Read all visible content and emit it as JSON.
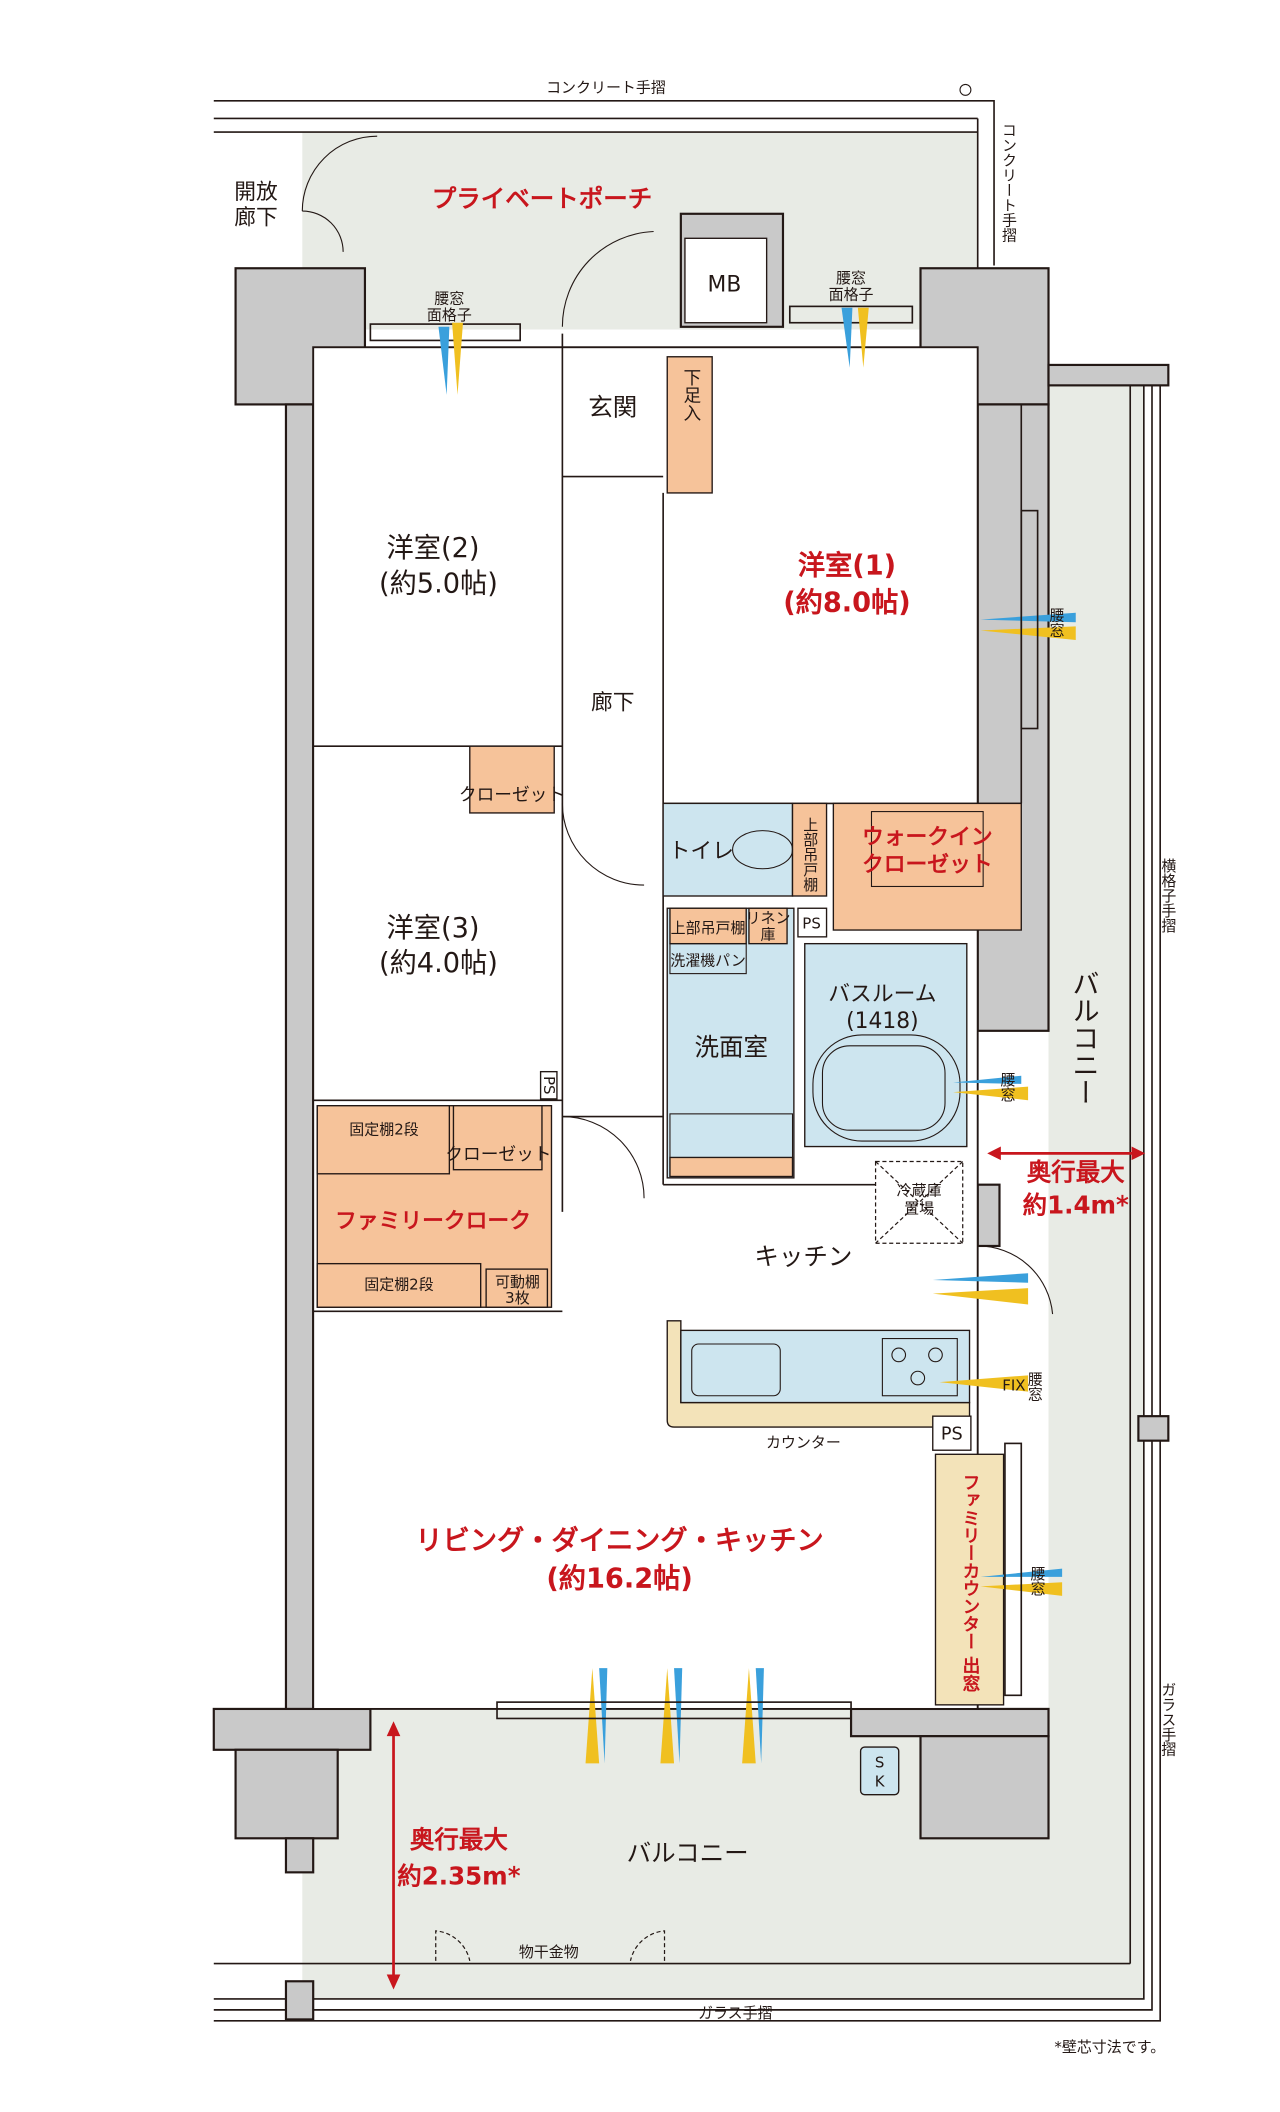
{
  "labels": {
    "concrete_rail_top": "コンクリート手摺",
    "concrete_rail_side": "コンクリート手摺",
    "open_corridor": [
      "開放",
      "廊下"
    ],
    "private_porch": "プライベートポーチ",
    "mb": "MB",
    "window_grille_left": [
      "腰窓",
      "面格子"
    ],
    "window_grille_right": [
      "腰窓",
      "面格子"
    ],
    "entrance": "玄関",
    "shoe_storage": "下足入",
    "room1": [
      "洋室(1)",
      "(約8.0帖)"
    ],
    "room2": [
      "洋室(2)",
      "(約5.0帖)"
    ],
    "room3": [
      "洋室(3)",
      "(約4.0帖)"
    ],
    "hallway": "廊下",
    "closet_room2": "クローゼット",
    "toilet": "トイレ",
    "toilet_upper_cabinet": "上部吊戸棚",
    "walk_in_closet": [
      "ウォークイン",
      "クローゼット"
    ],
    "upper_cabinet": "上部吊戸棚",
    "linen": [
      "リネン",
      "庫"
    ],
    "washer_pan": "洗濯機パン",
    "ps1": "PS",
    "ps2": "PS",
    "ps3": "PS",
    "washroom": "洗面室",
    "bathroom": [
      "バスルーム",
      "(1418)"
    ],
    "fridge_space": [
      "冷蔵庫",
      "置場"
    ],
    "kitchen": "キッチン",
    "family_cloak": "ファミリークローク",
    "fixed_shelf_top": "固定棚2段",
    "fixed_shelf_bottom": "固定棚2段",
    "closet_cloak": "クローゼット",
    "movable_shelf": [
      "可動棚",
      "3枚"
    ],
    "counter": "カウンター",
    "family_counter": "ファミリーカウンター 出窓",
    "ldk": [
      "リビング・ダイニング・キッチン",
      "(約16.2帖)"
    ],
    "waist_window": "腰窓",
    "fix": "FIX",
    "balcony_side": "バルコニー",
    "balcony_bottom": "バルコニー",
    "depth_side": [
      "奥行最大",
      "約1.4m*"
    ],
    "depth_bottom": [
      "奥行最大",
      "約2.35m*"
    ],
    "horizontal_rail": "横格子手摺",
    "glass_rail_side": "ガラス手摺",
    "glass_rail_bottom": "ガラス手摺",
    "laundry_hardware": "物干金物",
    "sk": [
      "S",
      "K"
    ],
    "footnote": "*壁芯寸法です。"
  },
  "colors": {
    "accent_red": "#c8161d",
    "wet_area": "#cde5ef",
    "storage": "#f6c39a",
    "counter": "#f3e3b9",
    "balcony": "#e8ebe5",
    "wall": "#c9c9c9",
    "wind_blue": "#3aa0dc",
    "wind_yellow": "#f0c020"
  }
}
